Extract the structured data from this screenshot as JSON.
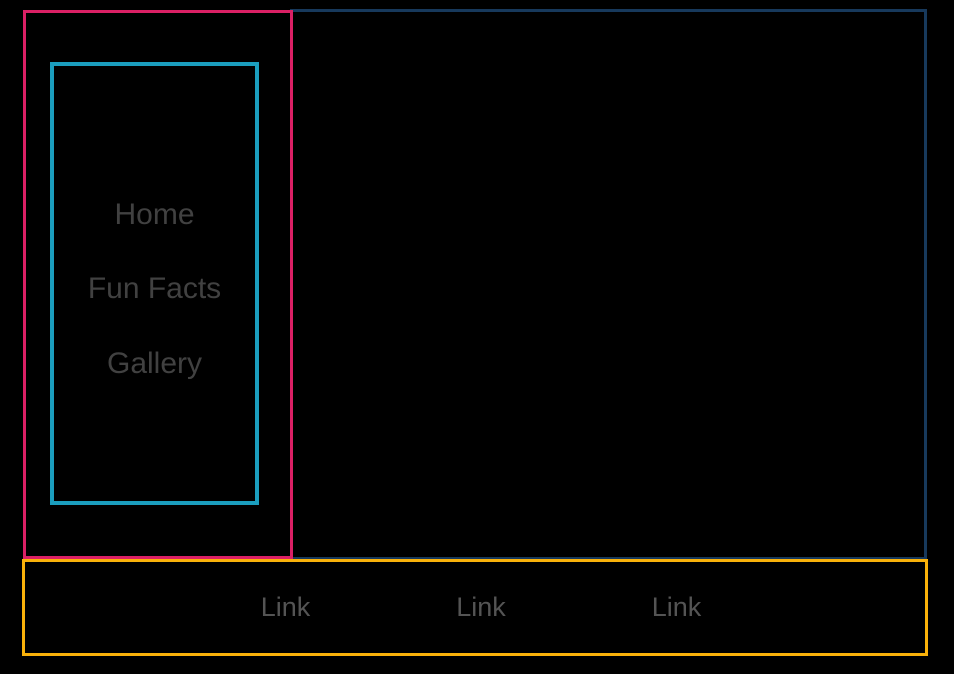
{
  "page": {
    "background": "#000000"
  },
  "sidebar": {
    "border_color": "#db2065",
    "nav": {
      "border_color": "#1b9ebe",
      "items": [
        {
          "label": "Home"
        },
        {
          "label": "Fun Facts"
        },
        {
          "label": "Gallery"
        }
      ]
    }
  },
  "main": {
    "border_color": "#17395c"
  },
  "footer": {
    "border_color": "#f9b10a",
    "links": [
      {
        "label": "Link"
      },
      {
        "label": "Link"
      },
      {
        "label": "Link"
      }
    ]
  },
  "text": {
    "nav_color": "#414141",
    "footer_link_color": "#545454"
  }
}
